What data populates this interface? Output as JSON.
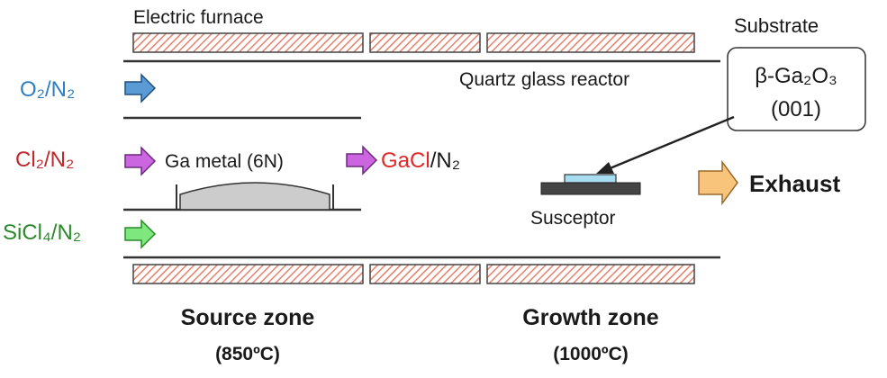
{
  "labels": {
    "furnace": "Electric furnace",
    "reactor": "Quartz glass reactor",
    "substrate_title": "Substrate",
    "substrate_material": "β-Ga₂O₃",
    "substrate_orientation": "(001)",
    "source_metal": "Ga metal (6N)",
    "product": "GaCl",
    "product_carrier": "/N₂",
    "susceptor": "Susceptor",
    "exhaust": "Exhaust",
    "source_zone": "Source zone",
    "source_temp": "(850ºC)",
    "growth_zone": "Growth zone",
    "growth_temp": "(1000ºC)"
  },
  "gases": {
    "o2": "O₂/N₂",
    "cl2": "Cl₂/N₂",
    "sicl4": "SiCl₄/N₂"
  },
  "colors": {
    "o2": "#2f7fc1",
    "cl2": "#c0282d",
    "gacl": "#e02828",
    "sicl4": "#2a8a2a",
    "arrow_o2": "#5b9bd5",
    "arrow_cl2": "#cc66e0",
    "arrow_sicl4": "#7ee87e",
    "arrow_exhaust": "#f8c47c",
    "heater_hatch": "#e8806a",
    "susceptor": "#444444",
    "substrate": "#a8dcf0",
    "ga_metal": "#cccccc"
  }
}
